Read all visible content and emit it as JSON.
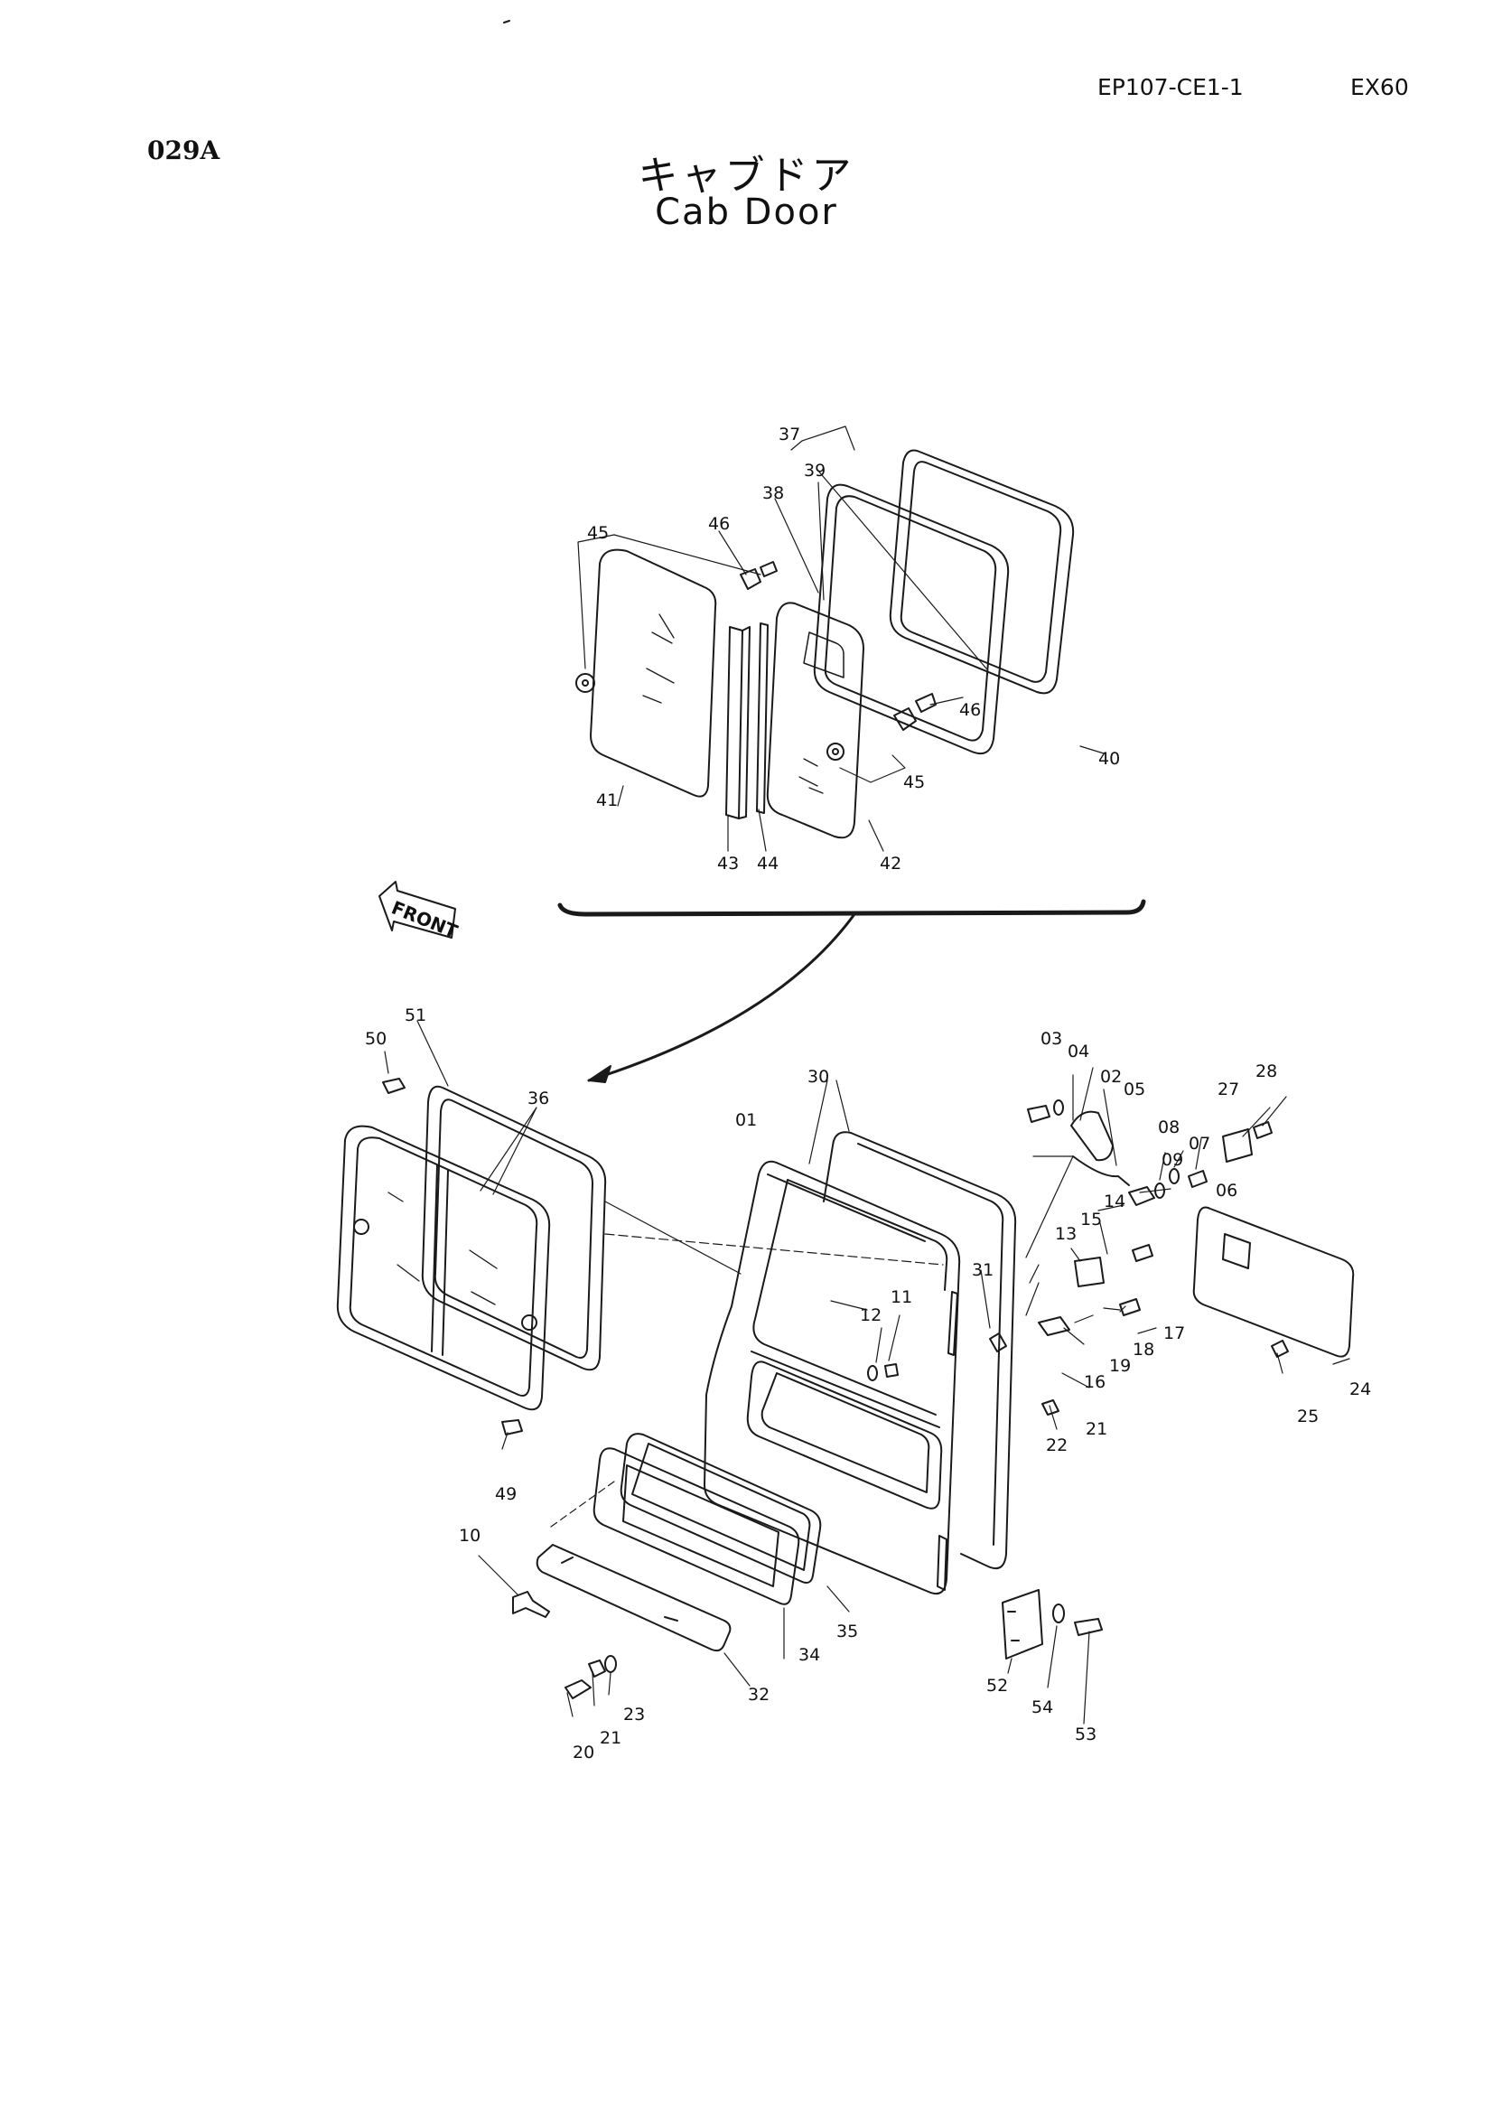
{
  "header": {
    "doc_code": "EP107-CE1-1",
    "model": "EX60",
    "page_code": "029A"
  },
  "title": {
    "japanese": "キャブドア",
    "english": "Cab Door"
  },
  "front_label": "FRONT",
  "part_numbers": {
    "p01": "01",
    "p02": "02",
    "p03": "03",
    "p04": "04",
    "p05": "05",
    "p06": "06",
    "p07": "07",
    "p08": "08",
    "p09": "09",
    "p10": "10",
    "p11": "11",
    "p12": "12",
    "p13": "13",
    "p14": "14",
    "p15": "15",
    "p16": "16",
    "p17": "17",
    "p18": "18",
    "p19": "19",
    "p20": "20",
    "p21a": "21",
    "p21b": "21",
    "p22": "22",
    "p23": "23",
    "p24": "24",
    "p25": "25",
    "p27": "27",
    "p28": "28",
    "p30": "30",
    "p31": "31",
    "p32": "32",
    "p34": "34",
    "p35": "35",
    "p36": "36",
    "p37": "37",
    "p38": "38",
    "p39": "39",
    "p40": "40",
    "p41": "41",
    "p42": "42",
    "p43": "43",
    "p44": "44",
    "p45a": "45",
    "p45b": "45",
    "p46a": "46",
    "p46b": "46",
    "p49": "49",
    "p50": "50",
    "p51": "51",
    "p52": "52",
    "p53": "53",
    "p54": "54"
  }
}
